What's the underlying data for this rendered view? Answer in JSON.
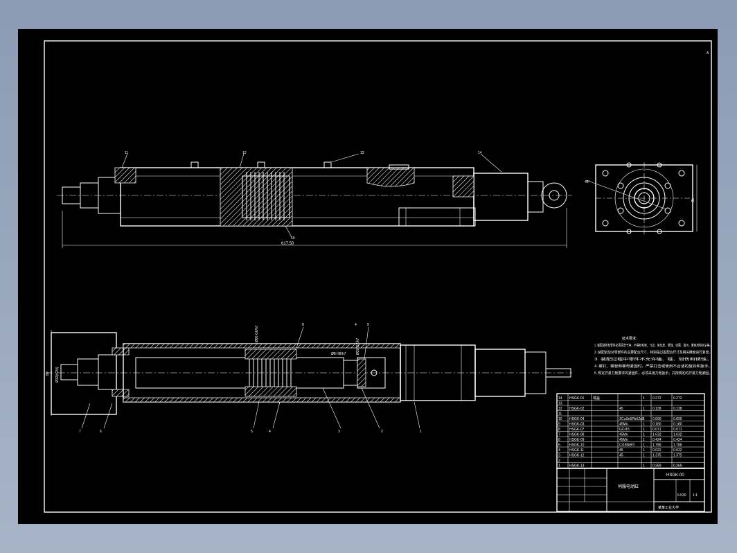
{
  "frame_corner_mark": "A",
  "top_view": {
    "dimension_length": "617.50",
    "part_labels": [
      "11",
      "12",
      "13",
      "14",
      "10"
    ]
  },
  "end_view": {
    "dimension_side": "72",
    "dimension_angle": "45°"
  },
  "section_view": {
    "dimension_height": "80",
    "dimension_shaft": "Ø32(h2/0)",
    "fit_a": "Ø60 G6/h7",
    "fit_b": "Ø20 G7/h7",
    "fit_c": "Ø8 H8/h7",
    "part_labels": [
      "7",
      "6",
      "5",
      "4",
      "3",
      "2",
      "1",
      "8",
      "9",
      "4"
    ]
  },
  "technical_requirements": {
    "title": "技术要求：",
    "lines": [
      "1. 装配前所有零件必须清洗干净，不得有毛刺、飞边、氧化皮、锈蚀、切屑、油污、着色剂和灰尘等。",
      "2. 装配前应对零部件的主要配合尺寸，特别是过盈配合尺寸及相关精度进行复查。",
      "3. 装配过程中零件不允许磕、碰、划伤和锈蚀。",
      "4. 螺钉、螺栓和螺母紧固时，严禁打击或使用不合适的旋具和扳手。",
      "5. 规定拧紧力矩要求的紧固件，必须采用力矩扳手，并按规定的拧紧力矩紧固。"
    ]
  },
  "parts_list": {
    "rows": [
      {
        "no": "14",
        "code": "HSGK-01",
        "name": "端盖",
        "qty": "1",
        "mat": "",
        "w1": "0.272",
        "w2": "0.272"
      },
      {
        "no": "13",
        "code": "",
        "name": "",
        "qty": "",
        "mat": "",
        "w1": "",
        "w2": ""
      },
      {
        "no": "12",
        "code": "HSGK-02",
        "name": "",
        "qty": "1",
        "mat": "45",
        "w1": "0.138",
        "w2": "0.138"
      },
      {
        "no": "11",
        "code": "",
        "name": "",
        "qty": "",
        "mat": "",
        "w1": "",
        "w2": ""
      },
      {
        "no": "10",
        "code": "HSGK-04",
        "name": "",
        "qty": "1",
        "mat": "ZCuSn5Pb5Zn5",
        "w1": "0.090",
        "w2": "0.090"
      },
      {
        "no": "9",
        "code": "HSGK-03",
        "name": "",
        "qty": "1",
        "mat": "45Mn",
        "w1": "0.180",
        "w2": "0.180"
      },
      {
        "no": "8",
        "code": "HSGK-07",
        "name": "",
        "qty": "1",
        "mat": "GCr15",
        "w1": "0.071",
        "w2": "0.071"
      },
      {
        "no": "7",
        "code": "HSGK-08",
        "name": "",
        "qty": "1",
        "mat": "45Mn",
        "w1": "1.632",
        "w2": "1.632"
      },
      {
        "no": "6",
        "code": "HSGK-09",
        "name": "",
        "qty": "1",
        "mat": "45Mn",
        "w1": "0.424",
        "w2": "0.424"
      },
      {
        "no": "5",
        "code": "HSGK-10",
        "name": "",
        "qty": "1",
        "mat": "Cr18Ni9Ti",
        "w1": "1.786",
        "w2": "1.786"
      },
      {
        "no": "4",
        "code": "HSGK-11",
        "name": "",
        "qty": "1",
        "mat": "45",
        "w1": "0.022",
        "w2": "0.022"
      },
      {
        "no": "3",
        "code": "HSGK-12",
        "name": "",
        "qty": "1",
        "mat": "45",
        "w1": "1.375",
        "w2": "1.375"
      },
      {
        "no": "2",
        "code": "",
        "name": "",
        "qty": "",
        "mat": "",
        "w1": "",
        "w2": ""
      },
      {
        "no": "1",
        "code": "HSGK-13",
        "name": "",
        "qty": "1",
        "mat": "",
        "w1": "0.269",
        "w2": "0.269"
      }
    ]
  },
  "title_block": {
    "drawing_no": "HSGK-00",
    "drawing_name": "伺服电动缸",
    "weight": "6.530",
    "scale": "1:1",
    "company": "某某工业大学"
  }
}
